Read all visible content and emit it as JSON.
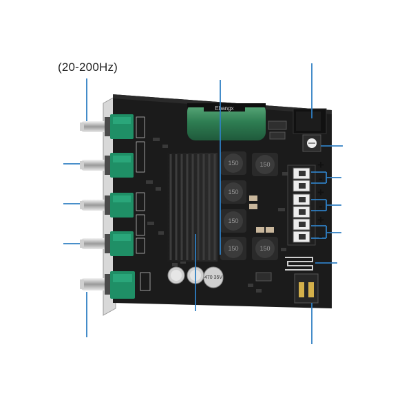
{
  "caption": "(20-200Hz)",
  "brand_label": "Ebangx",
  "inductor_value": "150",
  "capacitor_rating": "470 35V",
  "terminal_signs": [
    "+",
    "-",
    "+",
    "-",
    "+",
    "-"
  ],
  "colors": {
    "pcb": "#1b1b1b",
    "callout_line": "#2f7fc3",
    "knob_green": "#1f8f66",
    "cap_green": "#2e7d52",
    "heatsink": "#262626"
  }
}
